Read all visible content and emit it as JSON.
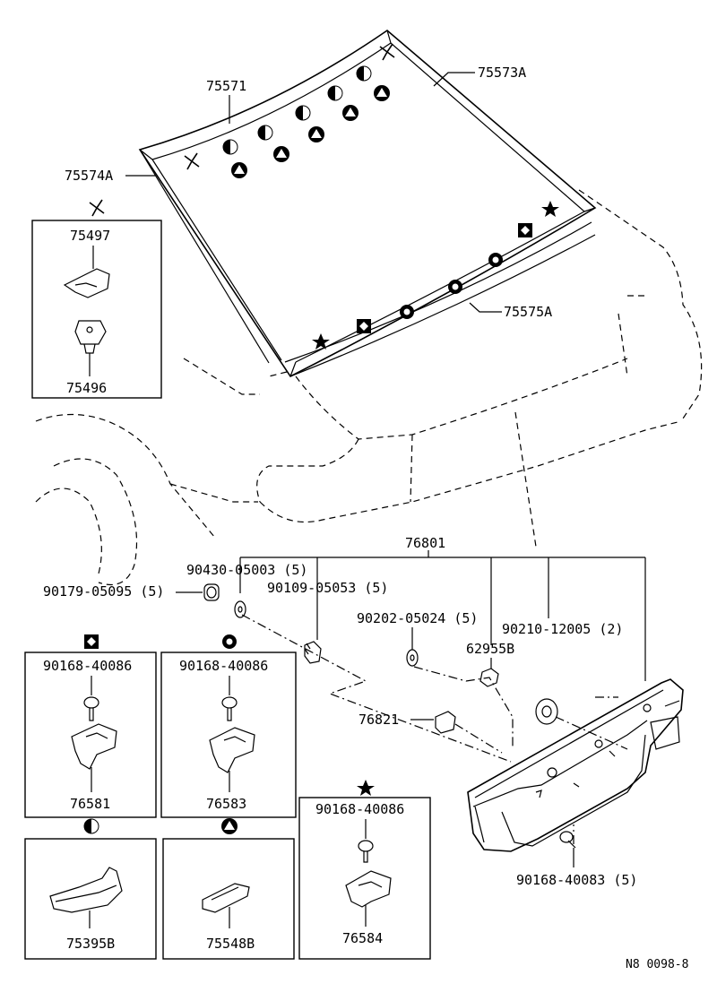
{
  "parts": {
    "p75571": "75571",
    "p75573a": "75573A",
    "p75574a": "75574A",
    "p75575a": "75575A",
    "p75497": "75497",
    "p75496": "75496",
    "p76801": "76801",
    "p90430": "90430-05003 (5)",
    "p90179": "90179-05095 (5)",
    "p90109": "90109-05053 (5)",
    "p90202": "90202-05024 (5)",
    "p90210": "90210-12005 (2)",
    "p62955b": "62955B",
    "p76821": "76821",
    "p90168_40083": "90168-40083 (5)"
  },
  "insets": {
    "diamond": {
      "screw": "90168-40086",
      "clip": "76581"
    },
    "ring": {
      "screw": "90168-40086",
      "clip": "76583"
    },
    "star": {
      "screw": "90168-40086",
      "clip": "76584"
    },
    "half_circle": {
      "clip": "75395B"
    },
    "triangle": {
      "clip": "75548B"
    }
  },
  "drawing_id": "N8 0098-8"
}
